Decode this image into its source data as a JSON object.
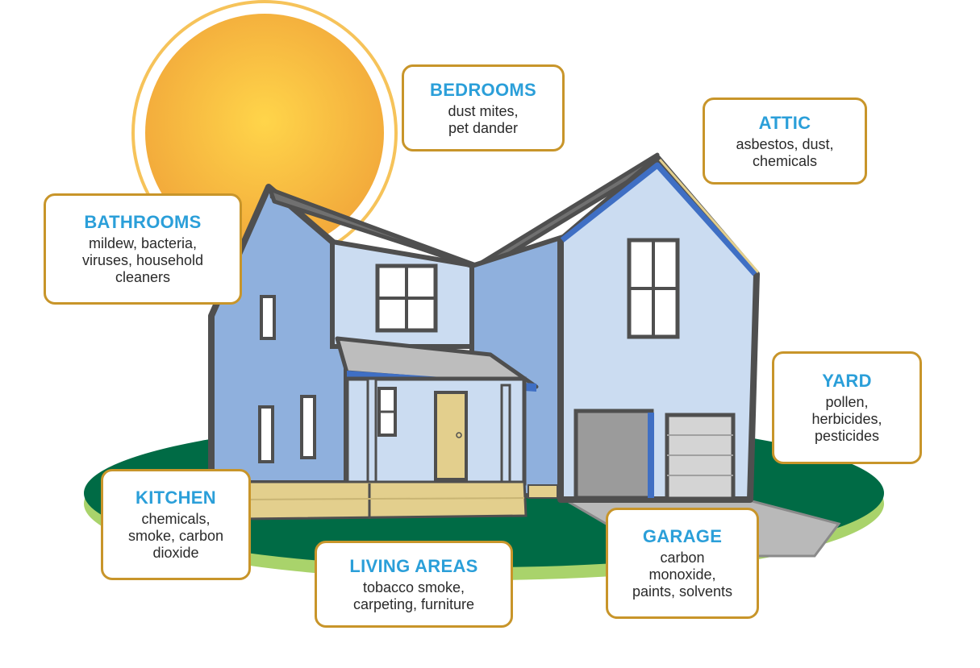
{
  "colors": {
    "label_title": "#2b9fd9",
    "label_border": "#c8952a",
    "sun": "#f6b93b",
    "lawn": "#006b45",
    "lawn_edge": "#a9d36b",
    "wall_dark": "#8fb0dd",
    "wall_light": "#cbdcf1",
    "roof": "#707070",
    "trim": "#3f6fc4",
    "outline": "#4f4f4f",
    "porch": "#e3cf8d",
    "door": "#e3cf8d"
  },
  "labels": {
    "bedrooms": {
      "title": "BEDROOMS",
      "lines": [
        "dust mites,",
        "pet dander"
      ]
    },
    "attic": {
      "title": "ATTIC",
      "lines": [
        "asbestos, dust,",
        "chemicals"
      ]
    },
    "bathrooms": {
      "title": "BATHROOMS",
      "lines": [
        "mildew, bacteria,",
        "viruses, household",
        "cleaners"
      ]
    },
    "yard": {
      "title": "YARD",
      "lines": [
        "pollen,",
        "herbicides,",
        "pesticides"
      ]
    },
    "kitchen": {
      "title": "KITCHEN",
      "lines": [
        "chemicals,",
        "smoke, carbon",
        "dioxide"
      ]
    },
    "living_areas": {
      "title": "LIVING AREAS",
      "lines": [
        "tobacco smoke,",
        "carpeting, furniture"
      ]
    },
    "garage": {
      "title": "GARAGE",
      "lines": [
        "carbon",
        "monoxide,",
        "paints, solvents"
      ]
    }
  }
}
